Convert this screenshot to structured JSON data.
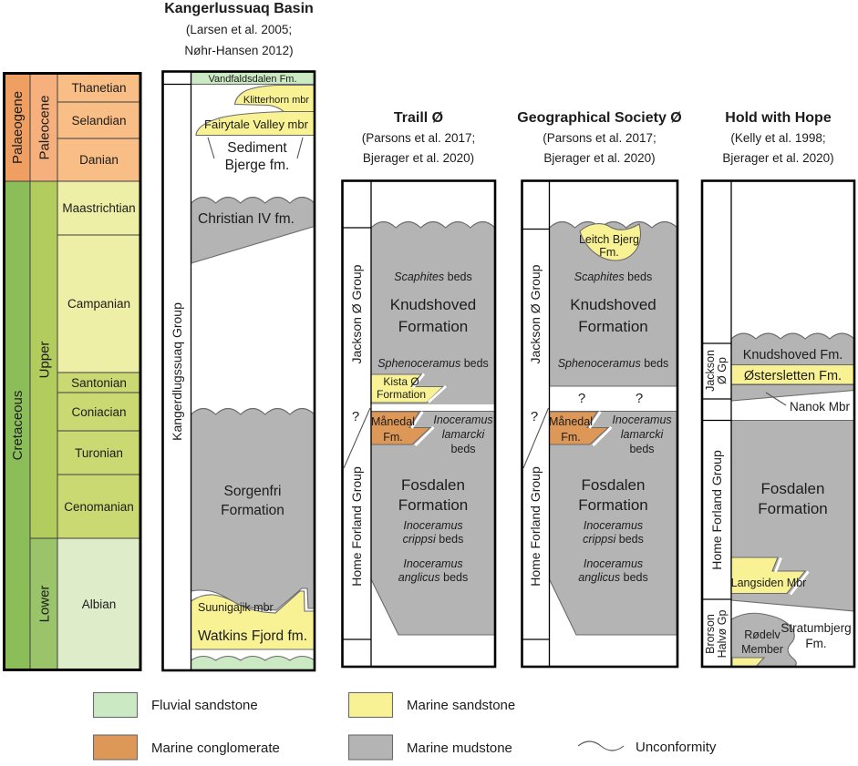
{
  "palette": {
    "fluvial_sandstone": "#cbe9c3",
    "marine_sandstone": "#f8f294",
    "marine_conglomerate": "#dd9757",
    "marine_mudstone": "#b4b4b4",
    "palaeogene": "#ef9f61",
    "paleocene": "#f5b07d",
    "paleogene_stage": "#f9bd86",
    "cretaceous": "#8bbe58",
    "upper": "#b3cc5e",
    "lower": "#9ac469",
    "stage_pale_yellow": "#edefa6",
    "stage_yellow_green": "#cbd973",
    "albian_pale_green": "#dfecc9",
    "white": "#ffffff"
  },
  "chrono": {
    "periods": [
      "Palaeogene",
      "Cretaceous"
    ],
    "epochs": [
      "Paleocene",
      "Upper",
      "Lower"
    ],
    "stages": [
      "Thanetian",
      "Selandian",
      "Danian",
      "Maastrichtian",
      "Campanian",
      "Santonian",
      "Coniacian",
      "Turonian",
      "Cenomanian",
      "Albian"
    ]
  },
  "kangerlussuaq": {
    "title": "Kangerlussuaq Basin",
    "ref1": "(Larsen et al. 2005;",
    "ref2": "Nøhr-Hansen 2012)",
    "group": "Kangerdlugssuaq Group",
    "vandfaldsdalen": "Vandfaldsdalen Fm.",
    "klitterhorn": "Klitterhorn mbr",
    "fairytale": "Fairytale Valley mbr",
    "sediment_l1": "Sediment",
    "sediment_l2": "Bjerge fm.",
    "christian": "Christian IV fm.",
    "sorgenfri_l1": "Sorgenfri",
    "sorgenfri_l2": "Formation",
    "suunigajik": "Suunigajik mbr",
    "watkins": "Watkins Fjord fm."
  },
  "shared": {
    "jackson_group": "Jackson Ø Group",
    "home_forland_group": "Home Forland Group",
    "knudshoved_l1": "Knudshoved",
    "knudshoved_l2": "Formation",
    "fosdalen_l1": "Fosdalen",
    "fosdalen_l2": "Formation",
    "scaphites": {
      "i": "Scaphites",
      "r": " beds"
    },
    "sphenoceramus": {
      "i": "Sphenoceramus",
      "r": " beds"
    },
    "lamarcki": {
      "l1": "Inoceramus",
      "l2": "lamarcki",
      "l3": "beds"
    },
    "crippsi": {
      "l1": "Inoceramus",
      "l2i": "crippsi",
      "l2r": " beds"
    },
    "anglicus": {
      "l1": "Inoceramus",
      "l2i": "anglicus",
      "l2r": " beds"
    },
    "manedal_l1": "Månedal",
    "manedal_l2": "Fm.",
    "qmark": "?"
  },
  "traill": {
    "title": "Traill Ø",
    "ref1": "(Parsons et al. 2017;",
    "ref2": "Bjerager et al. 2020)",
    "kista_l1": "Kista Ø",
    "kista_l2": "Formation"
  },
  "gso": {
    "title": "Geographical Society Ø",
    "ref1": "(Parsons et al. 2017;",
    "ref2": "Bjerager et al. 2020)",
    "leitch_l1": "Leitch Bjerg",
    "leitch_l2": "Fm."
  },
  "hwh": {
    "title": "Hold with Hope",
    "ref1": "(Kelly et al. 1998;",
    "ref2": "Bjerager et al. 2020)",
    "jackson_l1": "Jackson",
    "jackson_l2": "Ø Gp",
    "knudshoved": "Knudshoved Fm.",
    "ostersletten": "Østersletten Fm.",
    "nanok": "Nanok Mbr",
    "langsiden": "Langsiden Mbr",
    "brorson_l1": "Brorson",
    "brorson_l2": "Halvø Gp",
    "rodelv_l1": "Rødelv",
    "rodelv_l2": "Member",
    "stratumbjerg_l1": "Stratumbjerg",
    "stratumbjerg_l2": "Fm."
  },
  "legend": {
    "fluvial": "Fluvial sandstone",
    "sandstone": "Marine sandstone",
    "conglomerate": "Marine conglomerate",
    "mudstone": "Marine mudstone",
    "unconformity": "Unconformity"
  }
}
